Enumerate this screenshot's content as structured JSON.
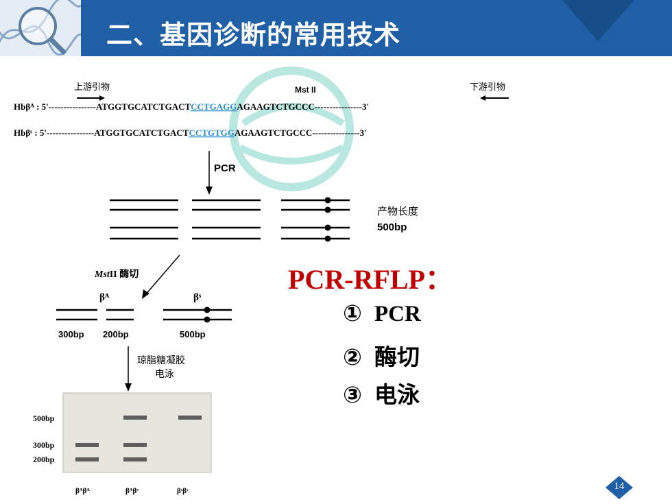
{
  "slide": {
    "title": "二、基因诊断的常用技术",
    "page_number": "14"
  },
  "diagram": {
    "upstream_primer": "上游引物",
    "downstream_primer": "下游引物",
    "enzyme_site": "Mst II",
    "seq_a_label": "Hbβᴬ : 5'",
    "seq_s_label": "Hbβˢ : 5'",
    "seq_a_left": "----------------ATGGTGCATCTGACT",
    "seq_a_site": "CCTGAGG",
    "seq_a_right": "AGAAGTCTGCCC----------------3'",
    "seq_s_left": "----------------ATGGTGCATCTGACT",
    "seq_s_site": "CCTGTGG",
    "seq_s_right": "AGAAGTCTGCCC----------------3'",
    "pcr_label": "PCR",
    "product_length_label": "产物长度",
    "product_size": "500bp",
    "digest_label_italic": "Mst",
    "digest_label_rest": "II 酶切",
    "beta_a": "βᴬ",
    "beta_s": "βˢ",
    "frag_300": "300bp",
    "frag_200": "200bp",
    "frag_500": "500bp",
    "gel_label_1": "琼脂糖凝胶",
    "gel_label_2": "电泳",
    "gel": {
      "marker_500": "500bp",
      "marker_300": "300bp",
      "marker_200": "200bp",
      "lanes": [
        "βᴬβᴬ",
        "βᴬβˢ",
        "βˢβˢ"
      ]
    }
  },
  "rflp": {
    "title": "PCR-RFLP：",
    "steps": [
      {
        "num": "①",
        "text": "PCR"
      },
      {
        "num": "②",
        "text": "酶切"
      },
      {
        "num": "③",
        "text": "电泳"
      }
    ]
  },
  "colors": {
    "header": "#1f5fa6",
    "accent_red": "#c00000",
    "site_blue": "#2a8fd0",
    "watermark": "#7fd3c7"
  }
}
